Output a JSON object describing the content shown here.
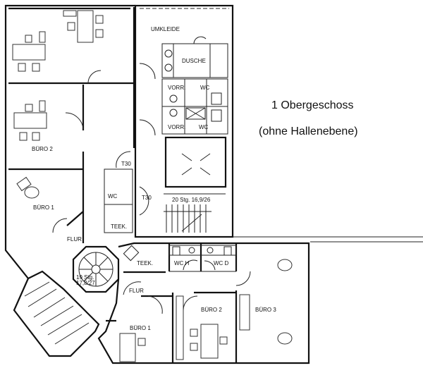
{
  "title": "1 Obergeschoss",
  "subtitle": "(ohne Hallenebene)",
  "rooms": {
    "umkleide": "UMKLEIDE",
    "dusche": "DUSCHE",
    "vorr_1": "VORR.",
    "wc_1": "WC",
    "vorr_2": "VORR.",
    "wc_2": "WC",
    "buero2_upper": "BÜRO 2",
    "buero1_upper": "BÜRO 1",
    "t30_1": "T30",
    "t30_2": "T30",
    "wc_small": "WC",
    "teek_upper": "TEEK.",
    "stairs_straight": "20 Stg. 16,9/26",
    "flur_upper": "FLUR",
    "spiral_1": "19 Stg.",
    "spiral_2": "17,8/27",
    "teek_lower": "TEEK.",
    "wc_h": "WC H",
    "wc_d": "WC D",
    "flur_lower": "FLUR",
    "buero1_lower": "BÜRO 1",
    "buero2_lower": "BÜRO 2",
    "buero3_lower": "BÜRO 3"
  }
}
